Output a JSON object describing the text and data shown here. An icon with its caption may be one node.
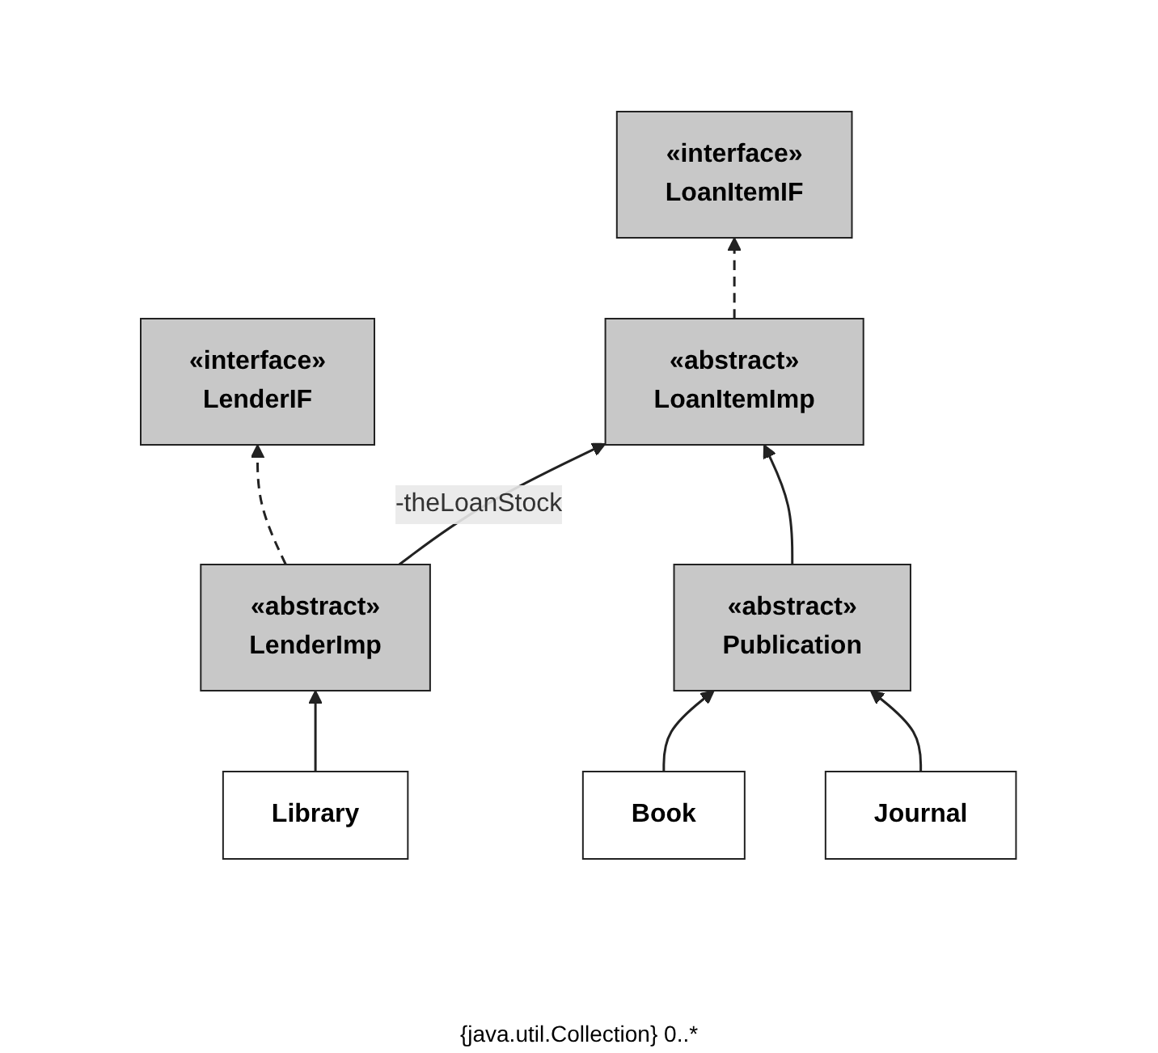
{
  "diagram": {
    "nodes": [
      {
        "text": [
          "«interface»",
          "LenderIF"
        ]
      },
      {
        "text": [
          "«interface»",
          "LoanItemIF"
        ]
      },
      {
        "text": [
          "«abstract»",
          "LenderImp"
        ]
      },
      {
        "text": [
          "«abstract»",
          "LoanItemImp"
        ]
      },
      {
        "text": [
          "Library"
        ]
      },
      {
        "text": [
          "«abstract»",
          "Publication"
        ]
      },
      {
        "text": [
          "Book"
        ]
      },
      {
        "text": [
          "Journal"
        ]
      }
    ],
    "edges": [
      {
        "from": 2,
        "to": 0,
        "arrow": "to",
        "style": "dashed"
      },
      {
        "from": 3,
        "to": 1,
        "arrow": "to",
        "style": "dashed"
      },
      {
        "from": 2,
        "to": 3,
        "arrow": "to",
        "label": "-theLoanStock"
      },
      {
        "from": 4,
        "to": 2,
        "arrow": "to"
      },
      {
        "from": 5,
        "to": 3,
        "arrow": "to"
      },
      {
        "from": 6,
        "to": 5,
        "arrow": "to"
      },
      {
        "from": 7,
        "to": 5,
        "arrow": "to"
      }
    ],
    "labels": [
      "{java.util.Collection} 0..*"
    ]
  }
}
